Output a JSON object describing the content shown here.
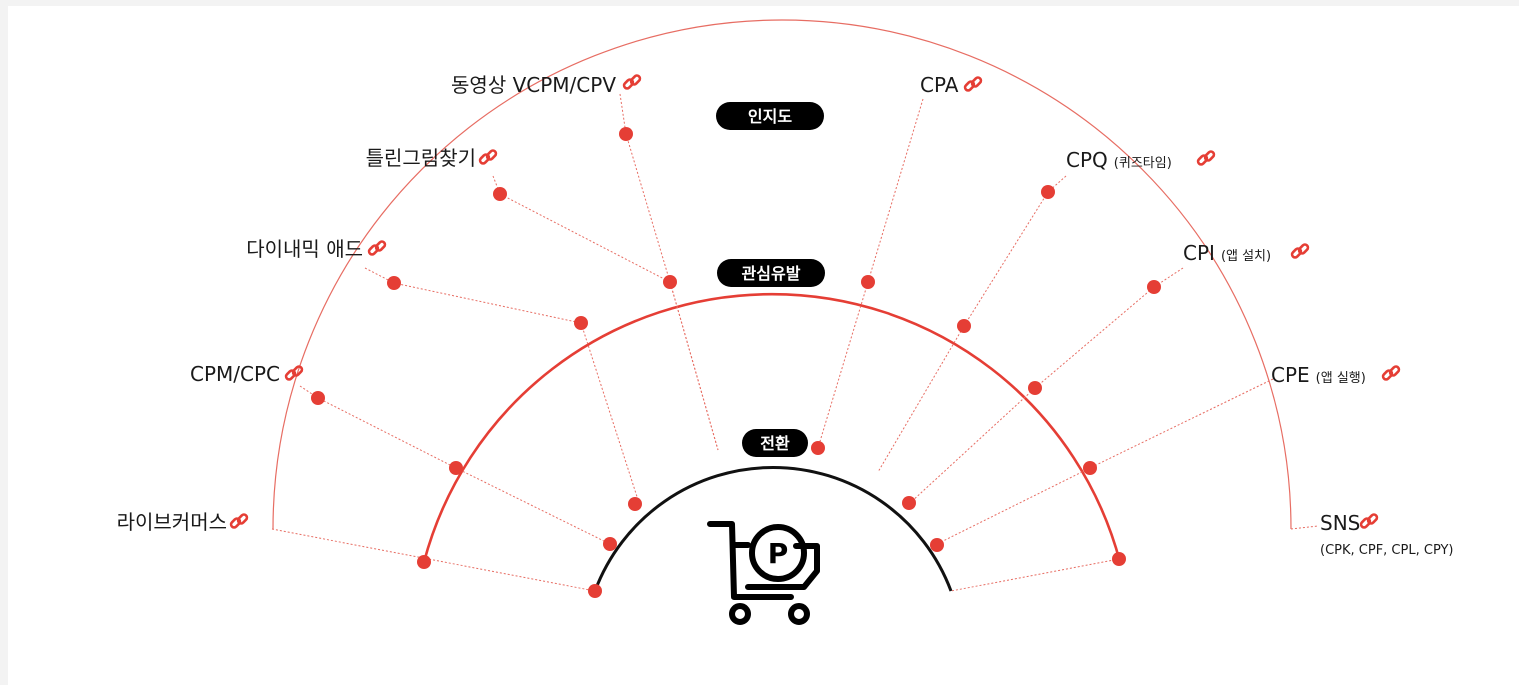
{
  "tiers": {
    "awareness": "인지도",
    "interest": "관심유발",
    "conversion": "전환"
  },
  "products": {
    "live_commerce": {
      "label": "라이브커머스"
    },
    "cpm_cpc": {
      "label": "CPM/CPC"
    },
    "dynamic_ad": {
      "label": "다이내믹 애드"
    },
    "spot_difference": {
      "label": "틀린그림찾기"
    },
    "video": {
      "label": "동영상 VCPM/CPV"
    },
    "cpa": {
      "label": "CPA"
    },
    "cpq": {
      "label": "CPQ",
      "sub": "(퀴즈타임)"
    },
    "cpi": {
      "label": "CPI",
      "sub": "(앱 설치)"
    },
    "cpe": {
      "label": "CPE",
      "sub": "(앱 실행)"
    },
    "sns": {
      "label": "SNS",
      "sub": "(CPK, CPF,  CPL, CPY)"
    }
  },
  "icons": {
    "link": "link-icon",
    "center": "cart-point-icon"
  },
  "colors": {
    "accent": "#e53e35",
    "line_light": "#e9847c",
    "pill": "#000000",
    "text": "#1a1a1a",
    "inner_arc": "#111111"
  }
}
